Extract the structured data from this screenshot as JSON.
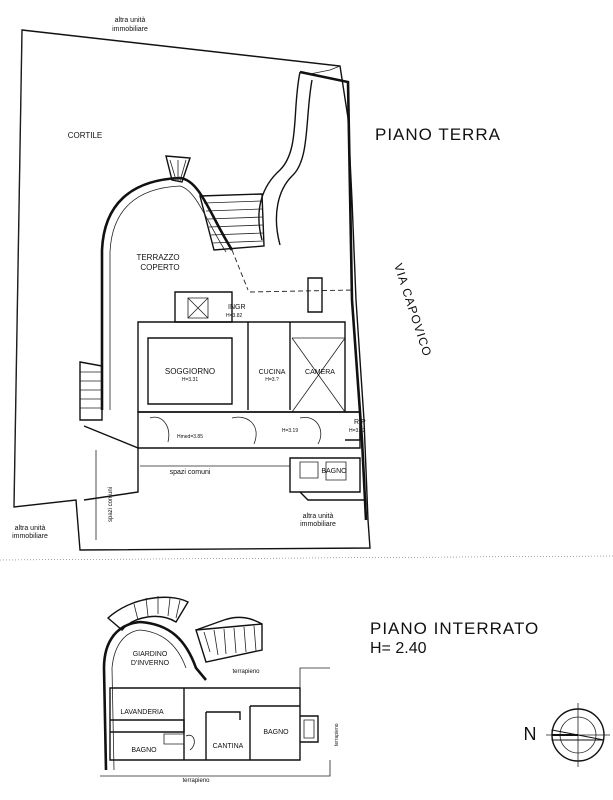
{
  "piano_terra": {
    "title": "PIANO TERRA",
    "via": "VIA CAPOVICO",
    "labels": {
      "altra_top_1": "altra unità",
      "altra_top_2": "immobiliare",
      "cortile": "CORTILE",
      "terrazzo_1": "TERRAZZO",
      "terrazzo_2": "COPERTO",
      "ingr": "INGR",
      "ingr_h": "H=3.82",
      "soggiorno": "SOGGIORNO",
      "soggiorno_h": "H=3.31",
      "cucina": "CUCINA",
      "cucina_h": "H=3.?",
      "camera": "CAMERA",
      "camera_h": "H=3.19",
      "hmed": "Hmed=3.85",
      "rip": "RIP",
      "rip_h": "H=3.12",
      "bagno": "BAGNO",
      "spazi_comuni_v": "spazi comuni",
      "spazi_comuni_h": "spazi comuni",
      "altra_left_1": "altra unità",
      "altra_left_2": "immobiliare",
      "altra_bottom_1": "altra unità",
      "altra_bottom_2": "immobiliare"
    }
  },
  "piano_interrato": {
    "title": "PIANO INTERRATO",
    "height": "H= 2.40",
    "labels": {
      "giardino_1": "GIARDINO",
      "giardino_2": "D'INVERNO",
      "lavanderia": "LAVANDERIA",
      "bagno_left": "BAGNO",
      "cantina": "CANTINA",
      "bagno_right": "BAGNO",
      "terrapieno_top": "terrapieno",
      "terrapieno_right": "terrapieno",
      "terrapieno_bottom": "terrapieno"
    }
  },
  "north": {
    "label": "N"
  }
}
